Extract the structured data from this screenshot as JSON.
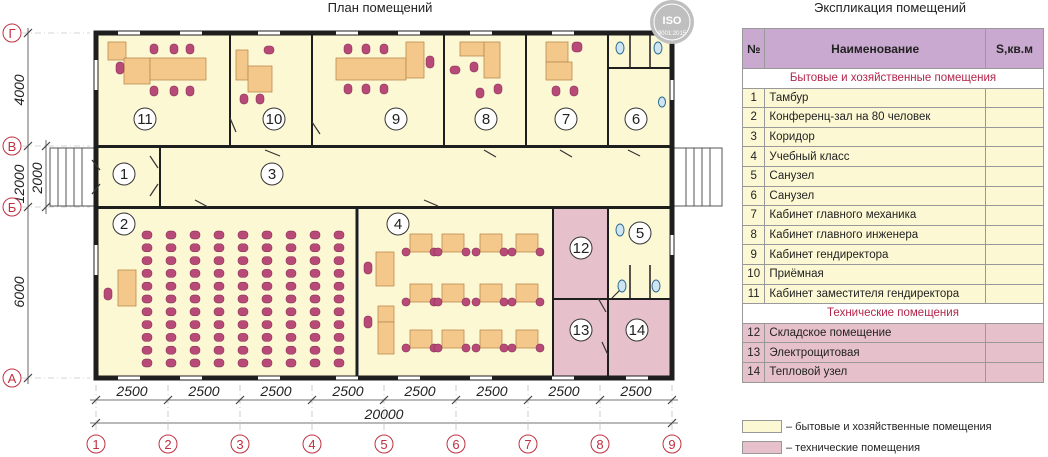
{
  "plan_title": "План помещений",
  "expl_title": "Экспликация помещений",
  "iso_badge": {
    "top": "ISO",
    "bottom": "9001:2015"
  },
  "rooms": [
    {
      "n": "1",
      "type": "household"
    },
    {
      "n": "2",
      "type": "household"
    },
    {
      "n": "3",
      "type": "household"
    },
    {
      "n": "4",
      "type": "household"
    },
    {
      "n": "5",
      "type": "household"
    },
    {
      "n": "6",
      "type": "household"
    },
    {
      "n": "7",
      "type": "household"
    },
    {
      "n": "8",
      "type": "household"
    },
    {
      "n": "9",
      "type": "household"
    },
    {
      "n": "10",
      "type": "household"
    },
    {
      "n": "11",
      "type": "household"
    },
    {
      "n": "12",
      "type": "technical"
    },
    {
      "n": "13",
      "type": "technical"
    },
    {
      "n": "14",
      "type": "technical"
    }
  ],
  "axes": {
    "letters": [
      "Г",
      "В",
      "Б",
      "А"
    ],
    "numbers": [
      "1",
      "2",
      "3",
      "4",
      "5",
      "6",
      "7",
      "8",
      "9"
    ]
  },
  "dims": {
    "spans": [
      "2500",
      "2500",
      "2500",
      "2500",
      "2500",
      "2500",
      "2500",
      "2500"
    ],
    "total": "20000",
    "vertical": [
      "4000",
      "2000",
      "12000",
      "6000"
    ]
  },
  "table": {
    "headers": {
      "no": "№",
      "name": "Наименование",
      "area": "S,кв.м"
    },
    "section_household": "Бытовые и хозяйственные помещения",
    "section_technical": "Технические помещения",
    "household": [
      {
        "no": "1",
        "name": "Тамбур"
      },
      {
        "no": "2",
        "name": "Конференц-зал на 80 человек"
      },
      {
        "no": "3",
        "name": "Коридор"
      },
      {
        "no": "4",
        "name": "Учебный класс"
      },
      {
        "no": "5",
        "name": "Санузел"
      },
      {
        "no": "6",
        "name": "Санузел"
      },
      {
        "no": "7",
        "name": "Кабинет главного механика"
      },
      {
        "no": "8",
        "name": "Кабинет главного инженера"
      },
      {
        "no": "9",
        "name": "Кабинет гендиректора"
      },
      {
        "no": "10",
        "name": "Приёмная"
      },
      {
        "no": "11",
        "name": "Кабинет заместителя гендиректора"
      }
    ],
    "technical": [
      {
        "no": "12",
        "name": "Складское помещение"
      },
      {
        "no": "13",
        "name": "Электрощитовая"
      },
      {
        "no": "14",
        "name": "Тепловой узел"
      }
    ]
  },
  "legend": {
    "household": "– бытовые и хозяйственные помещения",
    "technical": "– технические помещения"
  },
  "colors": {
    "household": "#fdf8d4",
    "technical": "#e6c0cb",
    "chair": "#b84a78",
    "desk": "#f3c88a",
    "axis": "#c03040"
  }
}
